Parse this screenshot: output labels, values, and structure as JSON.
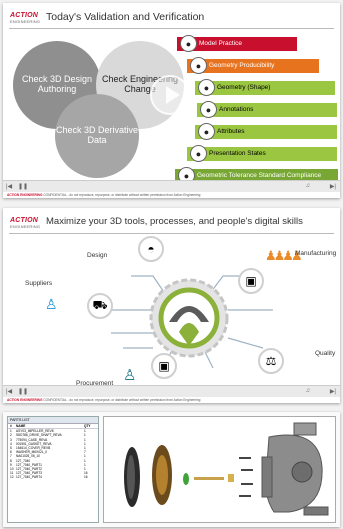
{
  "slide1": {
    "logo": "ACTION",
    "logo_sub": "ENGINEERING",
    "title": "Today's Validation and Verification",
    "circles": [
      "Check 3D Design Authoring",
      "Check Engineering Change",
      "Check 3D Derivative Data"
    ],
    "bars": [
      {
        "label": "Model Practice",
        "color": "#c8102e",
        "text_color": "#ffffff"
      },
      {
        "label": "Geometry Producibility",
        "color": "#e8731f",
        "text_color": "#ffffff"
      },
      {
        "label": "Geometry (Shape)",
        "color": "#9bc642",
        "text_color": "#000000"
      },
      {
        "label": "Annotations",
        "color": "#9bc642",
        "text_color": "#000000"
      },
      {
        "label": "Attributes",
        "color": "#9bc642",
        "text_color": "#000000"
      },
      {
        "label": "Presentation States",
        "color": "#9bc642",
        "text_color": "#000000"
      },
      {
        "label": "Geometric Tolerance  Standard Compliance",
        "color": "#78a833",
        "text_color": "#ffffff"
      }
    ],
    "footer_brand": "ACTION ENGINEERING",
    "footer_text": "CONFIDENTIAL - do not reproduce, repurpose, or distribute without written permission from Action Engineering"
  },
  "slide2": {
    "logo": "ACTION",
    "logo_sub": "ENGINEERING",
    "title": "Maximize your 3D tools, processes, and people's digital skills",
    "labels": {
      "design": "Design",
      "manufacturing": "Manufacturing",
      "suppliers": "Suppliers",
      "quality": "Quality",
      "procurement": "Procurement"
    },
    "footer_brand": "ACTION ENGINEERING",
    "footer_text": "CONFIDENTIAL - do not reproduce, repurpose, or distribute without written permission from Action Engineering"
  },
  "slide3": {
    "parts_title": "PARTS LIST",
    "columns": [
      "#",
      "NAME",
      "QTY"
    ],
    "rows": [
      [
        "1",
        "ASY03_IMPELLER_REV8",
        "1"
      ],
      [
        "2",
        "S8O786_DRIVE_SHAFT_REVA",
        "1"
      ],
      [
        "3",
        "775094_CASE_REVA",
        "1"
      ],
      [
        "4",
        "001591_GASKET_REVA",
        "1"
      ],
      [
        "5",
        "154614_COVER_REVB",
        "1"
      ],
      [
        "6",
        "WASHER_M6X02L_0",
        "7"
      ],
      [
        "7",
        "NA01025_05_10",
        "1"
      ],
      [
        "8",
        "127_7040",
        "1"
      ],
      [
        "9",
        "127_7040_PART1",
        "1"
      ],
      [
        "10",
        "127_7040_PART2",
        "1"
      ],
      [
        "11",
        "127_7040_PART3",
        "16"
      ],
      [
        "12",
        "127_7040_PART4",
        "16"
      ]
    ]
  }
}
